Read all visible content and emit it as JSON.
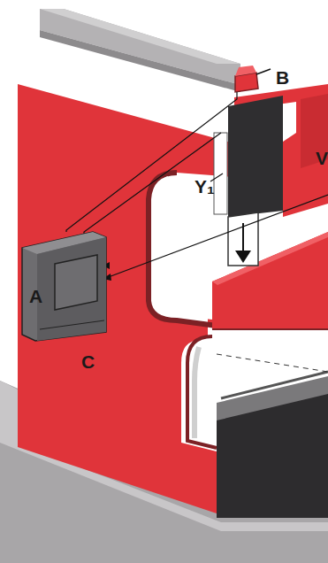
{
  "diagram": {
    "labels": [
      "B",
      "Y₁",
      "A",
      "C",
      "V"
    ]
  }
}
